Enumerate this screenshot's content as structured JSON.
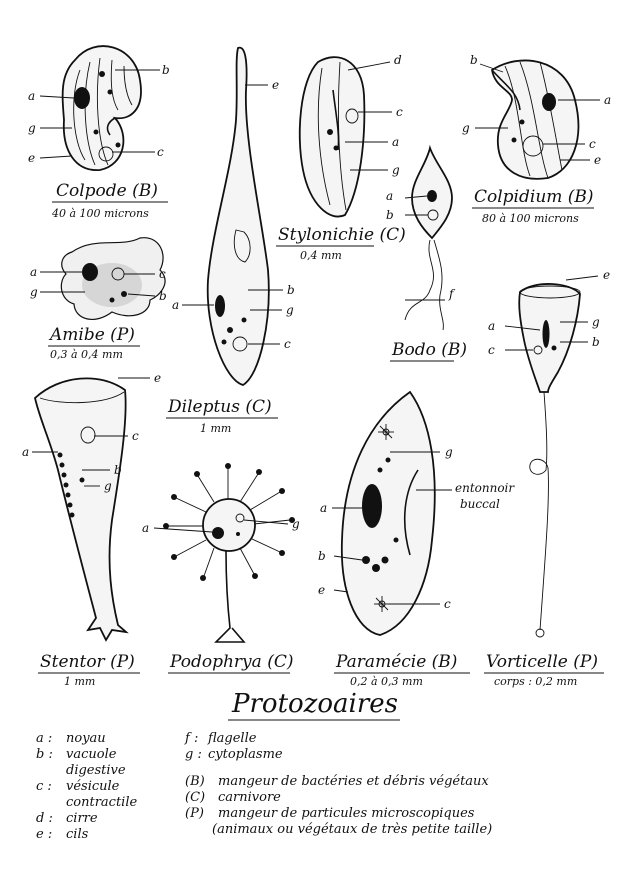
{
  "page_title": "Protozoaires",
  "organisms": [
    {
      "name": "Colpode (B)",
      "size": "40 à 100 microns",
      "labels": [
        "a",
        "b",
        "c",
        "e",
        "g"
      ]
    },
    {
      "name": "Dileptus (C)",
      "size": "1 mm",
      "labels": [
        "e",
        "a",
        "b",
        "g",
        "c"
      ]
    },
    {
      "name": "Stylonichie (C)",
      "size": "0,4 mm",
      "labels": [
        "d",
        "c",
        "a",
        "g"
      ]
    },
    {
      "name": "Colpidium (B)",
      "size": "80 à 100 microns",
      "labels": [
        "b",
        "a",
        "g",
        "c",
        "e"
      ]
    },
    {
      "name": "Amibe (P)",
      "size": "0,3 à 0,4 mm",
      "labels": [
        "a",
        "c",
        "g",
        "b"
      ]
    },
    {
      "name": "Bodo (B)",
      "size": "",
      "labels": [
        "a",
        "b",
        "f"
      ]
    },
    {
      "name": "Stentor (P)",
      "size": "1 mm",
      "labels": [
        "e",
        "c",
        "a",
        "b",
        "g"
      ]
    },
    {
      "name": "Podophrya (C)",
      "size": "",
      "labels": [
        "a",
        "g"
      ]
    },
    {
      "name": "Paramécie (B)",
      "size": "0,2 à 0,3 mm",
      "labels": [
        "g",
        "a",
        "b",
        "e",
        "c"
      ],
      "extra_label": [
        "entonnoir",
        "buccal"
      ]
    },
    {
      "name": "Vorticelle (P)",
      "size": "corps : 0,2 mm",
      "labels": [
        "e",
        "a",
        "c",
        "g",
        "b"
      ]
    }
  ],
  "legend": {
    "left": [
      {
        "key": "a :",
        "text": "noyau"
      },
      {
        "key": "b :",
        "text": "vacuole"
      },
      {
        "key": "",
        "text": "digestive"
      },
      {
        "key": "c :",
        "text": "vésicule"
      },
      {
        "key": "",
        "text": "contractile"
      },
      {
        "key": "d :",
        "text": "cirre"
      },
      {
        "key": "e :",
        "text": "cils"
      }
    ],
    "middle": [
      {
        "key": "f :",
        "text": "flagelle"
      },
      {
        "key": "g :",
        "text": "cytoplasme"
      }
    ],
    "right": [
      {
        "key": "(B)",
        "text": "mangeur de bactéries et débris végétaux"
      },
      {
        "key": "(C)",
        "text": "carnivore"
      },
      {
        "key": "(P)",
        "text": "mangeur de particules microscopiques"
      },
      {
        "key": "",
        "text": "(animaux ou végétaux de très petite taille)"
      }
    ]
  }
}
